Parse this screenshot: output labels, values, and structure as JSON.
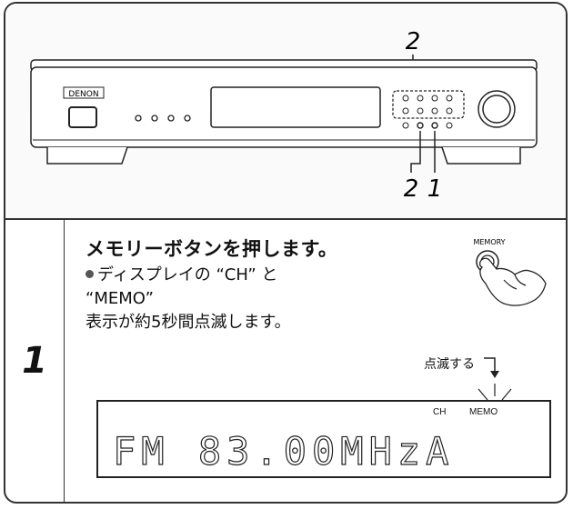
{
  "illustration": {
    "brand_label": "DENON",
    "callout_top": "2",
    "callout_bottom_left": "2",
    "callout_bottom_right": "1"
  },
  "step": {
    "number": "1",
    "title": "メモリーボタンを押します。",
    "detail_line1": "ディスプレイの “CH” と “MEMO”",
    "detail_line2": "表示が約5秒間点滅します。",
    "button_label": "MEMORY"
  },
  "display": {
    "blink_caption": "点滅する",
    "readout": "FM 83.00MHzA",
    "indicator_ch": "CH",
    "indicator_memo": "MEMO"
  }
}
